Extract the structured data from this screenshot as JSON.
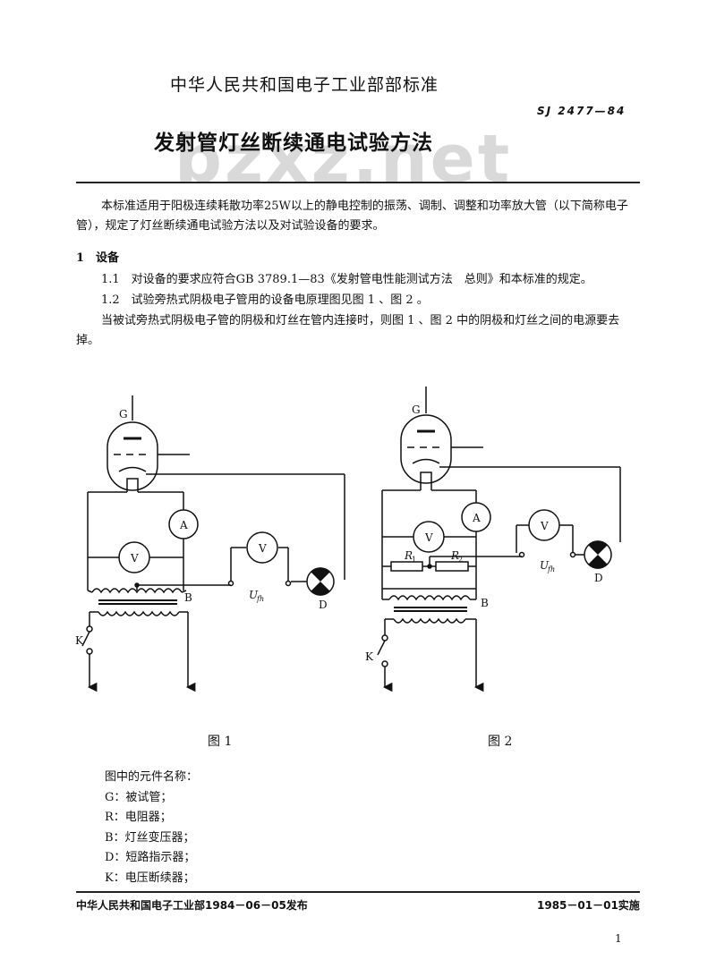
{
  "header": {
    "organization": "中华人民共和国电子工业部部标准",
    "standard_code": "SJ 2477—84",
    "title": "发射管灯丝断续通电试验方法",
    "watermark": "bzxz.net"
  },
  "intro": "本标准适用于阳极连续耗散功率25W以上的静电控制的振荡、调制、调整和功率放大管（以下简称电子管），规定了灯丝断续通电试验方法以及对试验设备的要求。",
  "section1": {
    "heading": "1　设备",
    "clause_1_1": "1.1　对设备的要求应符合GB 3789.1—83《发射管电性能测试方法　总则》和本标准的规定。",
    "clause_1_2": "1.2　试验旁热式阴极电子管用的设备电原理图见图 1 、图 2 。",
    "note": "当被试旁热式阴极电子管的阴极和灯丝在管内连接时，则图 1 、图 2 中的阴极和灯丝之间的电源要去掉。"
  },
  "figures": {
    "fig1": {
      "caption": "图 1",
      "labels": {
        "G": "G",
        "A": "A",
        "V1": "V",
        "V2": "V",
        "B": "B",
        "K": "K",
        "D": "D",
        "U": "U",
        "U_sub": "fh"
      }
    },
    "fig2": {
      "caption": "图 2",
      "labels": {
        "G": "G",
        "A": "A",
        "V1": "V",
        "V2": "V",
        "B": "B",
        "K": "K",
        "D": "D",
        "U": "U",
        "U_sub": "fh",
        "R1": "R",
        "R1_sub": "1",
        "R2": "R",
        "R2_sub": "2"
      }
    }
  },
  "legend": {
    "title": "图中的元件名称：",
    "items": [
      "G：被试管；",
      "R：电阻器；",
      "B：灯丝变压器；",
      "D：短路指示器；",
      "K：电压断续器；"
    ]
  },
  "footer": {
    "issued": "中华人民共和国电子工业部1984－06－05发布",
    "effective": "1985－01－01实施",
    "page": "1"
  }
}
